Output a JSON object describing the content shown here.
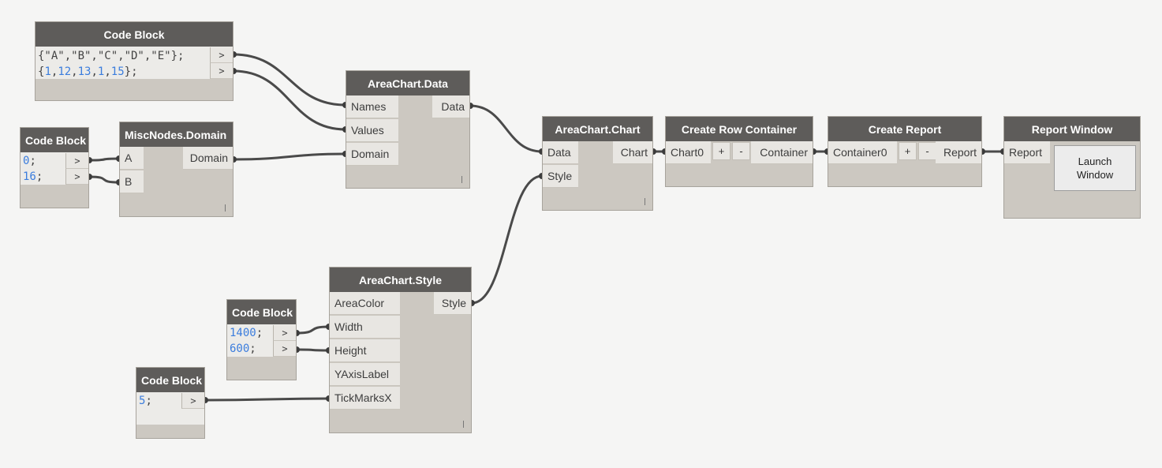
{
  "nodes": {
    "cb_names": {
      "title": "Code Block",
      "line1": [
        "{\"A\",\"B\",\"C\",\"D\",\"E\"};"
      ],
      "line2_parts": [
        "{",
        "1",
        ",",
        "12",
        ",",
        "13",
        ",",
        "1",
        ",",
        "15",
        "};"
      ],
      "arrow": ">"
    },
    "cb_domain": {
      "title": "Code Block",
      "line1_num": "0",
      "line1_end": ";",
      "line2_num": "16",
      "line2_end": ";",
      "arrow": ">"
    },
    "misc_domain": {
      "title": "MiscNodes.Domain",
      "inputs": [
        "A",
        "B"
      ],
      "output": "Domain"
    },
    "area_data": {
      "title": "AreaChart.Data",
      "inputs": [
        "Names",
        "Values",
        "Domain"
      ],
      "output": "Data"
    },
    "area_chart": {
      "title": "AreaChart.Chart",
      "inputs": [
        "Data",
        "Style"
      ],
      "output": "Chart"
    },
    "row_container": {
      "title": "Create Row Container",
      "input": "Chart0",
      "plus": "+",
      "minus": "-",
      "output": "Container"
    },
    "create_report": {
      "title": "Create Report",
      "input": "Container0",
      "plus": "+",
      "minus": "-",
      "output": "Report"
    },
    "report_window": {
      "title": "Report Window",
      "input": "Report",
      "button_line1": "Launch",
      "button_line2": "Window"
    },
    "area_style": {
      "title": "AreaChart.Style",
      "inputs": [
        "AreaColor",
        "Width",
        "Height",
        "YAxisLabel",
        "TickMarksX"
      ],
      "output": "Style"
    },
    "cb_size": {
      "title": "Code Block",
      "line1_num": "1400",
      "line1_end": ";",
      "line2_num": "600",
      "line2_end": ";",
      "arrow": ">"
    },
    "cb_ticks": {
      "title": "Code Block",
      "line1_num": "5",
      "line1_end": ";",
      "arrow": ">"
    }
  },
  "colors": {
    "canvas": "#f5f5f4",
    "node_body": "#ccc8c1",
    "header": "#5e5c5a",
    "wire": "#4a4a4a",
    "number": "#3b7ddd",
    "string": "#7a5b3a"
  }
}
